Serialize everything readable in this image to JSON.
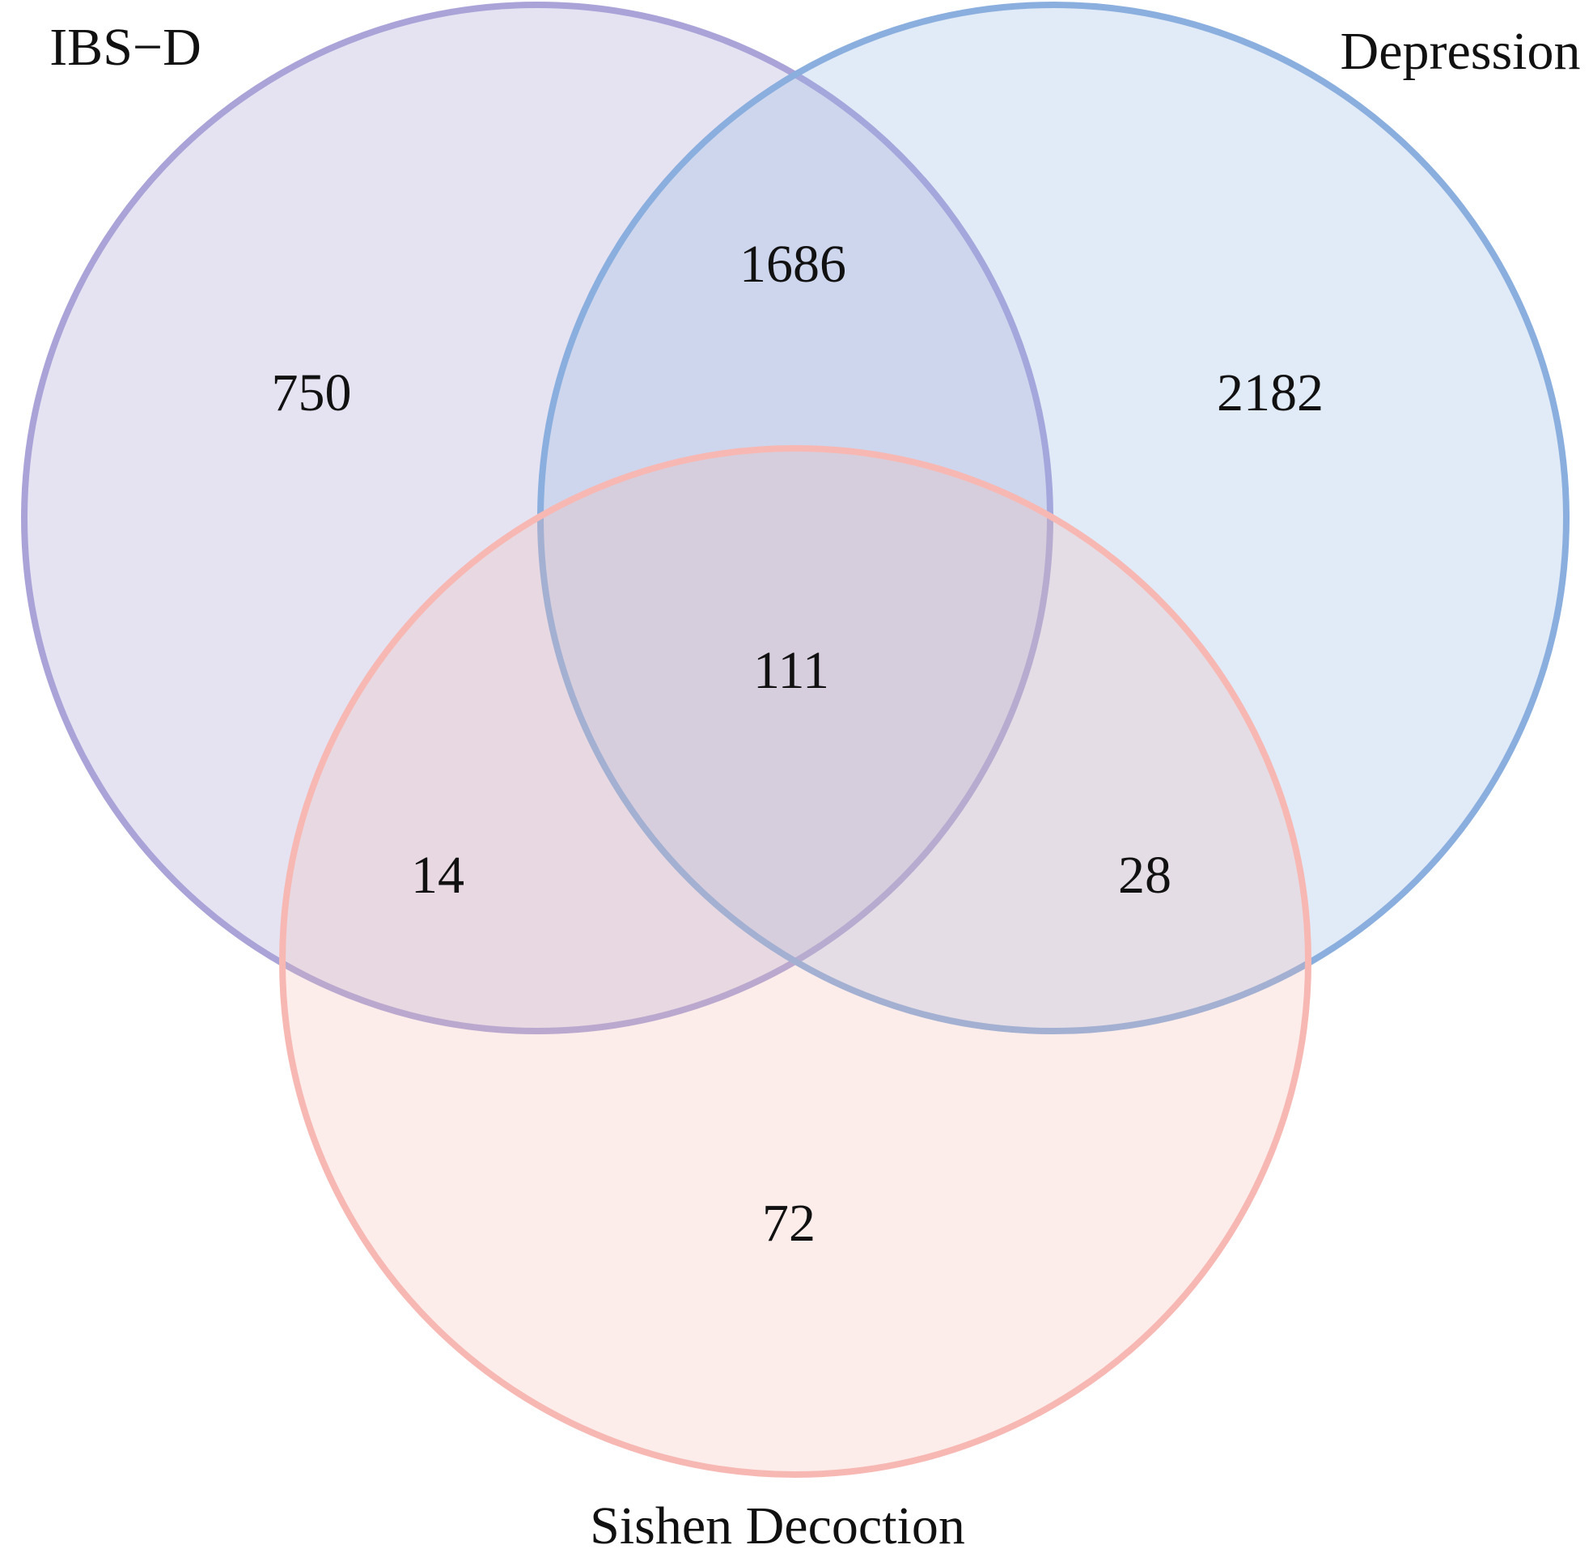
{
  "figure": {
    "background_color": "#ffffff",
    "text_color": "#111111"
  },
  "chart_data": {
    "type": "venn",
    "title": "",
    "legend_position": "none",
    "grid": false,
    "sets": [
      {
        "name": "IBS−D",
        "stroke": "#a9a3d8",
        "fill": "#a8a2d4"
      },
      {
        "name": "Depression",
        "stroke": "#8aaede",
        "fill": "#94b2e4"
      },
      {
        "name": "Sishen Decoction",
        "stroke": "#f7b8b3",
        "fill": "#f5b6af"
      }
    ],
    "regions": {
      "ibsd_only": 750,
      "depression_only": 2182,
      "sishen_only": 72,
      "ibsd_depression": 1686,
      "ibsd_sishen": 14,
      "depression_sishen": 28,
      "all_three": 111
    }
  }
}
